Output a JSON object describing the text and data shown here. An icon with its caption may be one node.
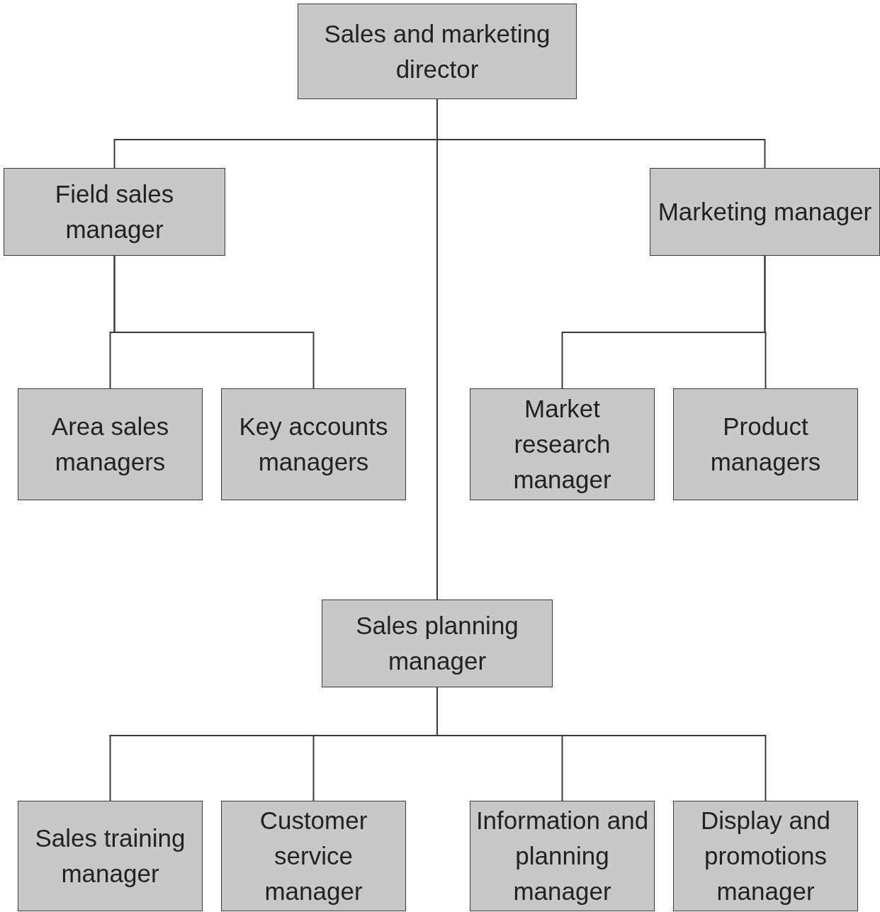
{
  "diagram": {
    "nodes": [
      {
        "text": [
          "Sales and marketing director"
        ]
      },
      {
        "text": [
          "Field sales manager"
        ]
      },
      {
        "text": [
          "Marketing manager"
        ]
      },
      {
        "text": [
          "Area sales managers"
        ]
      },
      {
        "text": [
          "Key accounts managers"
        ]
      },
      {
        "text": [
          "Market research manager"
        ]
      },
      {
        "text": [
          "Product managers"
        ]
      },
      {
        "text": [
          "Sales planning manager"
        ]
      },
      {
        "text": [
          "Sales training manager"
        ]
      },
      {
        "text": [
          "Customer service manager"
        ]
      },
      {
        "text": [
          "Information and planning manager"
        ]
      },
      {
        "text": [
          "Display and promotions manager"
        ]
      }
    ],
    "edges": [
      {
        "from": 0,
        "to": 1,
        "arrow": "none"
      },
      {
        "from": 0,
        "to": 2,
        "arrow": "none"
      },
      {
        "from": 0,
        "to": 7,
        "arrow": "none"
      },
      {
        "from": 1,
        "to": 3,
        "arrow": "none"
      },
      {
        "from": 1,
        "to": 4,
        "arrow": "none"
      },
      {
        "from": 2,
        "to": 5,
        "arrow": "none"
      },
      {
        "from": 2,
        "to": 6,
        "arrow": "none"
      },
      {
        "from": 7,
        "to": 8,
        "arrow": "none"
      },
      {
        "from": 7,
        "to": 9,
        "arrow": "none"
      },
      {
        "from": 7,
        "to": 10,
        "arrow": "none"
      },
      {
        "from": 7,
        "to": 11,
        "arrow": "none"
      }
    ]
  }
}
